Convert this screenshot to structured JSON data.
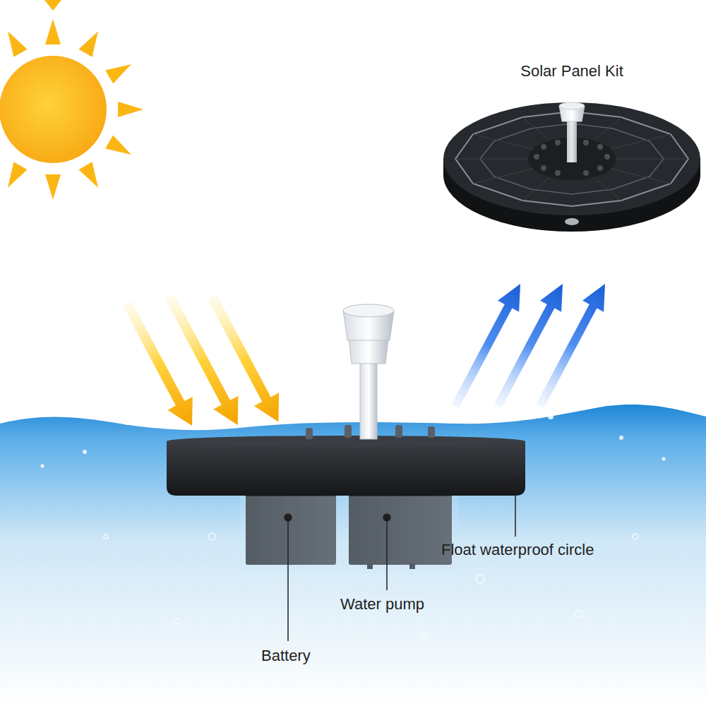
{
  "diagram": {
    "labels": [
      "Solar Panel Kit",
      "Float waterproof circle",
      "Water pump",
      "Battery"
    ]
  }
}
